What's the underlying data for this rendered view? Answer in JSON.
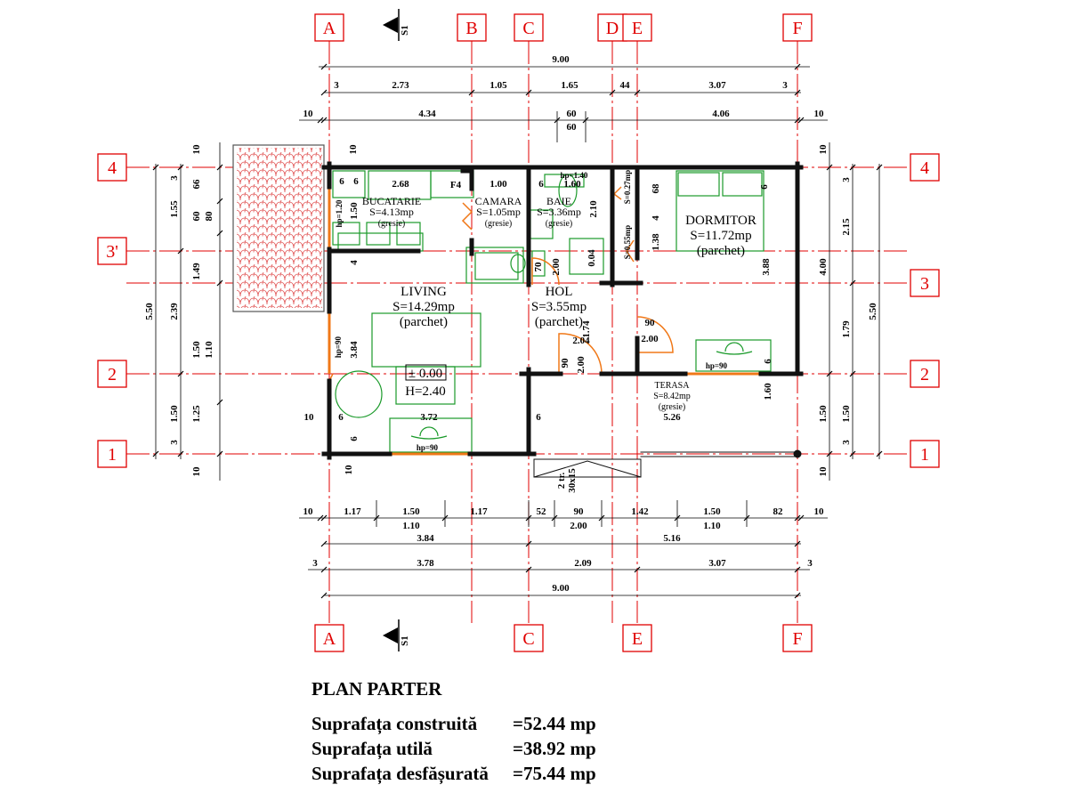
{
  "axes": {
    "columns_top": [
      "A",
      "B",
      "C",
      "D",
      "E",
      "F"
    ],
    "columns_bottom": [
      "A",
      "C",
      "E",
      "F"
    ],
    "rows_left": [
      "4",
      "3'",
      "2",
      "1"
    ],
    "rows_right": [
      "4",
      "3",
      "2",
      "1"
    ],
    "section_marker": "S1"
  },
  "dims_top": {
    "overall": "9.00",
    "row2": [
      "3",
      "2.73",
      "1.05",
      "1.65",
      "44",
      "3.07",
      "3"
    ],
    "row3": [
      "10",
      "4.34",
      "60",
      "60",
      "4.06",
      "10"
    ]
  },
  "dims_bottom": {
    "row1": [
      "10",
      "1.17",
      "1.50",
      "1.17",
      "52",
      "90",
      "1.42",
      "1.50",
      "82",
      "10"
    ],
    "row1_sub": [
      "1.10",
      "2.00",
      "1.10"
    ],
    "row2": [
      "3.84",
      "5.16"
    ],
    "row3": [
      "3",
      "3.78",
      "2.09",
      "3.07",
      "3"
    ],
    "overall": "9.00"
  },
  "dims_left": [
    "5.50",
    "3",
    "1.55",
    "2.39",
    "1.50",
    "3",
    "10",
    "66",
    "60",
    "1.49",
    "1.50",
    "1.25",
    "10",
    "80",
    "1.10"
  ],
  "dims_right": [
    "10",
    "4.00",
    "1.50",
    "10",
    "3",
    "2.15",
    "1.79",
    "1.50",
    "3",
    "5.50"
  ],
  "rooms": [
    {
      "name": "BUCATARIE",
      "area": "S=4.13mp",
      "finish": "(gresie)"
    },
    {
      "name": "CAMARA",
      "area": "S=1.05mp",
      "finish": "(gresie)"
    },
    {
      "name": "BAIE",
      "area": "S=3.36mp",
      "finish": "(gresie)"
    },
    {
      "name": "DORMITOR",
      "area": "S=11.72mp",
      "finish": "(parchet)"
    },
    {
      "name": "LIVING",
      "area": "S=14.29mp",
      "finish": "(parchet)"
    },
    {
      "name": "HOL",
      "area": "S=3.55mp",
      "finish": "(parchet)"
    },
    {
      "name": "TERASA",
      "area": "S=8.42mp",
      "finish": "(gresie)"
    }
  ],
  "terrace_length": "5.26",
  "level": {
    "elevation": "± 0.00",
    "height": "H=2.40"
  },
  "inner_dims": [
    "10",
    "6",
    "6",
    "2.68",
    "F4",
    "1.00",
    "6",
    "hp=1.40",
    "1.60",
    "S=0.27mp",
    "68",
    "6",
    "hp=1.20",
    "1.50",
    "4",
    "2.10",
    "S=0.55mp",
    "4",
    "1.38",
    "3.88",
    "70",
    "2.00",
    "0.04",
    "1.74",
    "90",
    "2.00",
    "2.04",
    "90",
    "2.00",
    "hp=90",
    "6",
    "hp=90",
    "3.84",
    "1.60",
    "10",
    "6",
    "3.72",
    "6",
    "6",
    "hp=90",
    "10",
    "2 tr.",
    "30x15"
  ],
  "footer": {
    "title": "PLAN PARTER",
    "stats": [
      {
        "label": "Suprafața construită",
        "value": "=52.44 mp"
      },
      {
        "label": "Suprafața utilă",
        "value": "=38.92 mp"
      },
      {
        "label": "Suprafața desfășurată",
        "value": "=75.44 mp"
      }
    ]
  },
  "colors": {
    "axis": "#e00000",
    "furniture": "#1a9a2a",
    "opening": "#f07818",
    "wall": "#111111"
  }
}
